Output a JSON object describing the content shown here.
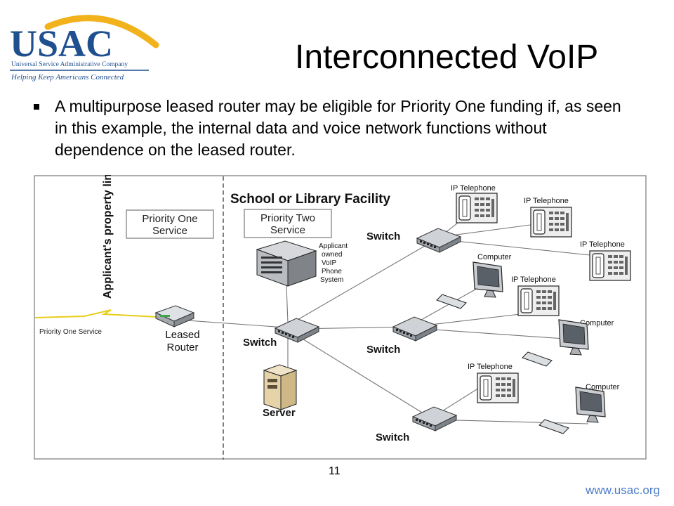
{
  "logo": {
    "name": "USAC",
    "tagline": "Universal Service Administrative Company",
    "slogan": "Helping Keep Americans Connected"
  },
  "slide": {
    "title": "Interconnected VoIP",
    "bullet": "A multipurpose leased router may be eligible for Priority One funding if, as seen in this example, the internal data and voice network functions without dependence on the leased router.",
    "page_number": "11",
    "footer_url": "www.usac.org"
  },
  "diagram": {
    "property_line_label": "Applicant's property line",
    "facility_label": "School or Library Facility",
    "priority_one_box": [
      "Priority One",
      "Service"
    ],
    "priority_two_box": [
      "Priority Two",
      "Service"
    ],
    "priority_one_link_label": "Priority One Service",
    "leased_router_label": [
      "Leased",
      "Router"
    ],
    "voip_system_label": [
      "Applicant",
      "owned",
      "VoIP",
      "Phone",
      "System"
    ],
    "server_label": "Server",
    "switch_label": "Switch",
    "ip_phone_label": "IP Telephone",
    "computer_label": "Computer"
  }
}
